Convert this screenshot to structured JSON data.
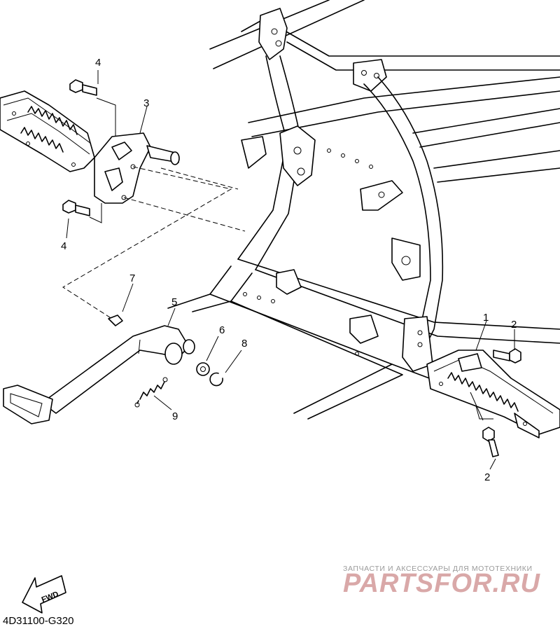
{
  "callouts": [
    {
      "id": "c1",
      "label": "1"
    },
    {
      "id": "c2a",
      "label": "2"
    },
    {
      "id": "c2b",
      "label": "2"
    },
    {
      "id": "c3",
      "label": "3"
    },
    {
      "id": "c4a",
      "label": "4"
    },
    {
      "id": "c4b",
      "label": "4"
    },
    {
      "id": "c5",
      "label": "5"
    },
    {
      "id": "c6",
      "label": "6"
    },
    {
      "id": "c7",
      "label": "7"
    },
    {
      "id": "c8",
      "label": "8"
    },
    {
      "id": "c9",
      "label": "9"
    }
  ],
  "fwd_label": "FWD",
  "diagram_code": "4D31100-G320",
  "watermark": {
    "tagline": "ЗАПЧАСТИ И АКСЕССУАРЫ ДЛЯ МОТОТЕХНИКИ",
    "brand": "PARTSFOR.RU"
  }
}
